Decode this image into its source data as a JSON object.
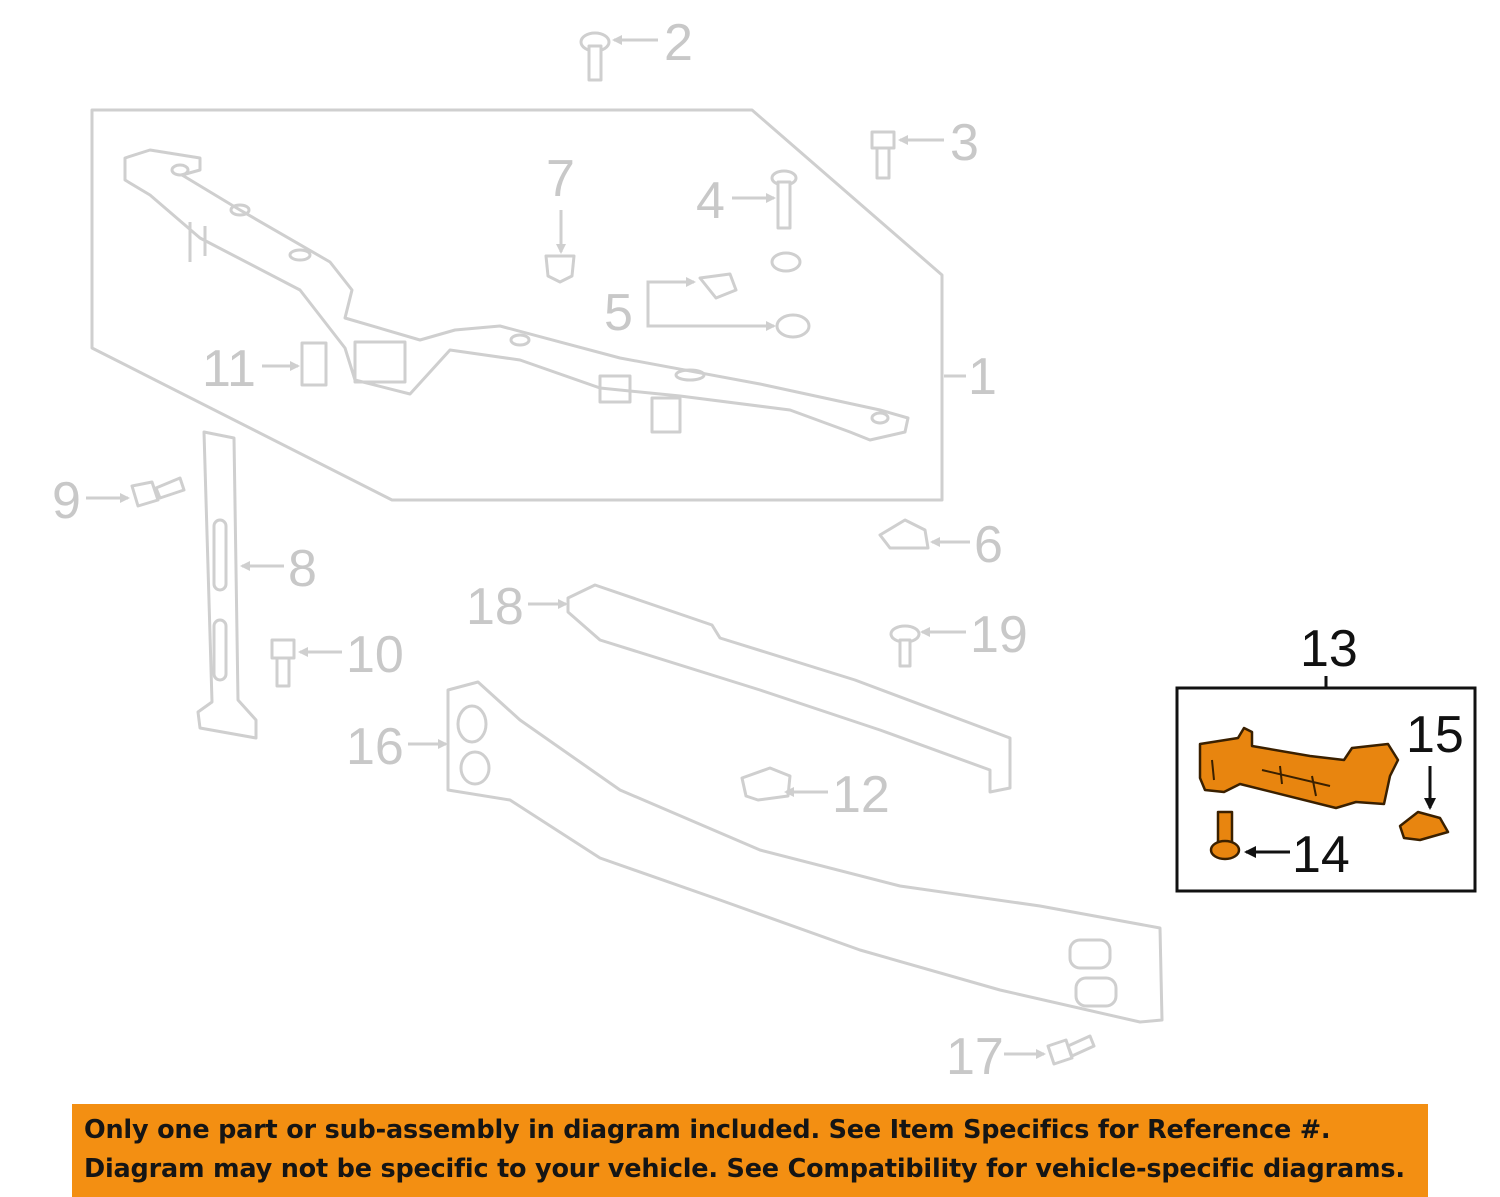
{
  "diagram": {
    "callouts": [
      "1",
      "2",
      "3",
      "4",
      "5",
      "6",
      "7",
      "8",
      "9",
      "10",
      "11",
      "12",
      "13",
      "14",
      "15",
      "16",
      "17",
      "18",
      "19"
    ],
    "highlighted_callouts": [
      "13",
      "14",
      "15"
    ],
    "highlight_color": "#e8850f",
    "ghost_color": "#cfcfcf"
  },
  "banner": {
    "line1": "Only one part or sub-assembly in diagram included. See Item Specifics for Reference #.",
    "line2": "Diagram may not be specific to your vehicle. See Compatibility for vehicle-specific diagrams.",
    "background": "#f38f12"
  }
}
